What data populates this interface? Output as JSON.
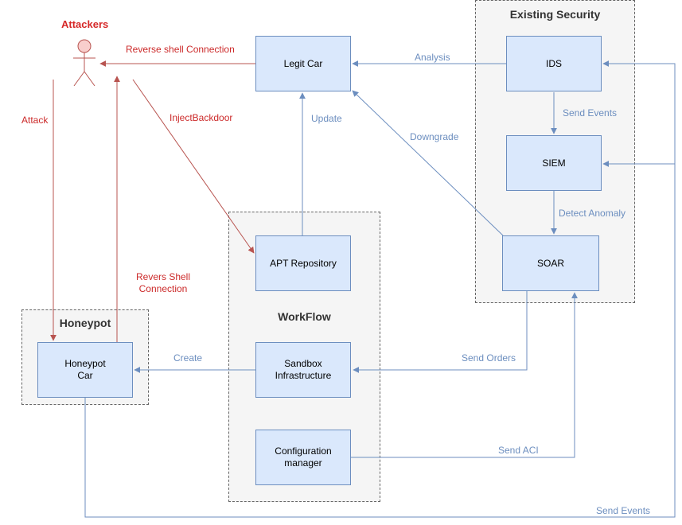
{
  "colors": {
    "node_fill": "#dae8fc",
    "node_stroke": "#6c8ebf",
    "group_fill": "#f5f5f5",
    "attack_edge": "#b85450",
    "flow_edge": "#6c8ebf",
    "attack_label": "#cc2a2a",
    "actor_fill": "#f8cecc"
  },
  "groups": {
    "existing_security": "Existing Security",
    "workflow": "WorkFlow",
    "honeypot": "Honeypot"
  },
  "actor": {
    "label": "Attackers",
    "icon": "stick-figure-icon"
  },
  "nodes": {
    "legit_car": "Legit Car",
    "ids": "IDS",
    "siem": "SIEM",
    "soar": "SOAR",
    "apt_repository": "APT Repository",
    "sandbox_infrastructure": "Sandbox\nInfrastructure",
    "configuration_manager": "Configuration\nmanager",
    "honeypot_car": "Honeypot\nCar"
  },
  "edge_labels": {
    "reverse_shell_connection": "Reverse shell Connection",
    "attack": "Attack",
    "inject_backdoor": "InjectBackdoor",
    "revers_shell_connection": "Revers Shell\nConnection",
    "analysis": "Analysis",
    "update": "Update",
    "downgrade": "Downgrade",
    "send_events_ids_siem": "Send Events",
    "detect_anomaly": "Detect Anomaly",
    "create": "Create",
    "send_orders": "Send Orders",
    "send_aci": "Send ACI",
    "send_events_bottom": "Send Events"
  }
}
